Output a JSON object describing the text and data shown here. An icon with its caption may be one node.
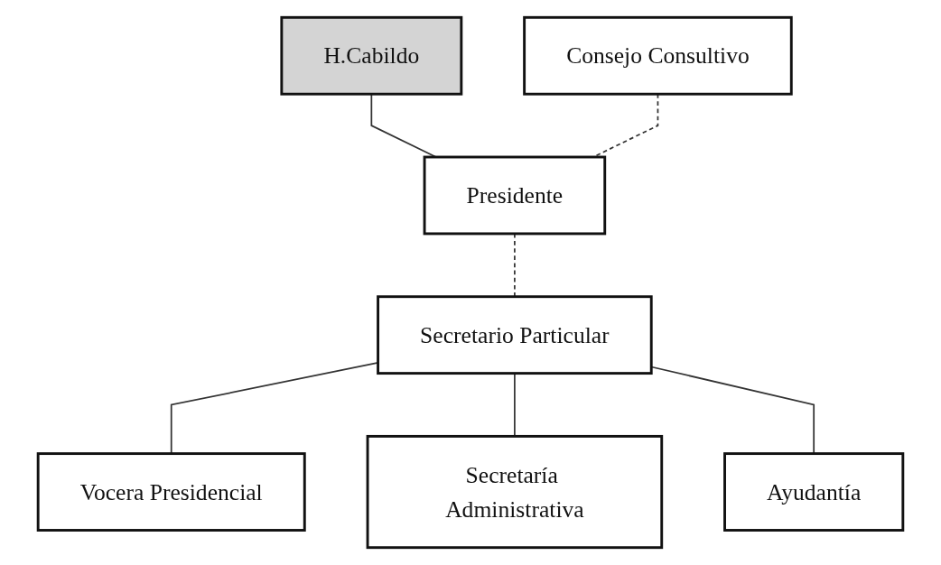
{
  "diagram": {
    "nodes": [
      {
        "text": [
          "H.Cabildo"
        ]
      },
      {
        "text": [
          "Consejo Consultivo"
        ]
      },
      {
        "text": [
          "Presidente"
        ]
      },
      {
        "text": [
          "Secretario Particular"
        ]
      },
      {
        "text": [
          "Vocera Presidencial"
        ]
      },
      {
        "text": [
          "Secretaría Administrativa"
        ]
      },
      {
        "text": [
          "Ayudantía"
        ]
      }
    ],
    "edges": [
      {
        "from": 0,
        "to": 2,
        "arrow": "none"
      },
      {
        "from": 1,
        "to": 2,
        "arrow": "none",
        "style": "dashed"
      },
      {
        "from": 2,
        "to": 3,
        "arrow": "none",
        "style": "dashed"
      },
      {
        "from": 3,
        "to": 4,
        "arrow": "none"
      },
      {
        "from": 3,
        "to": 5,
        "arrow": "none"
      },
      {
        "from": 3,
        "to": 6,
        "arrow": "none"
      }
    ]
  }
}
